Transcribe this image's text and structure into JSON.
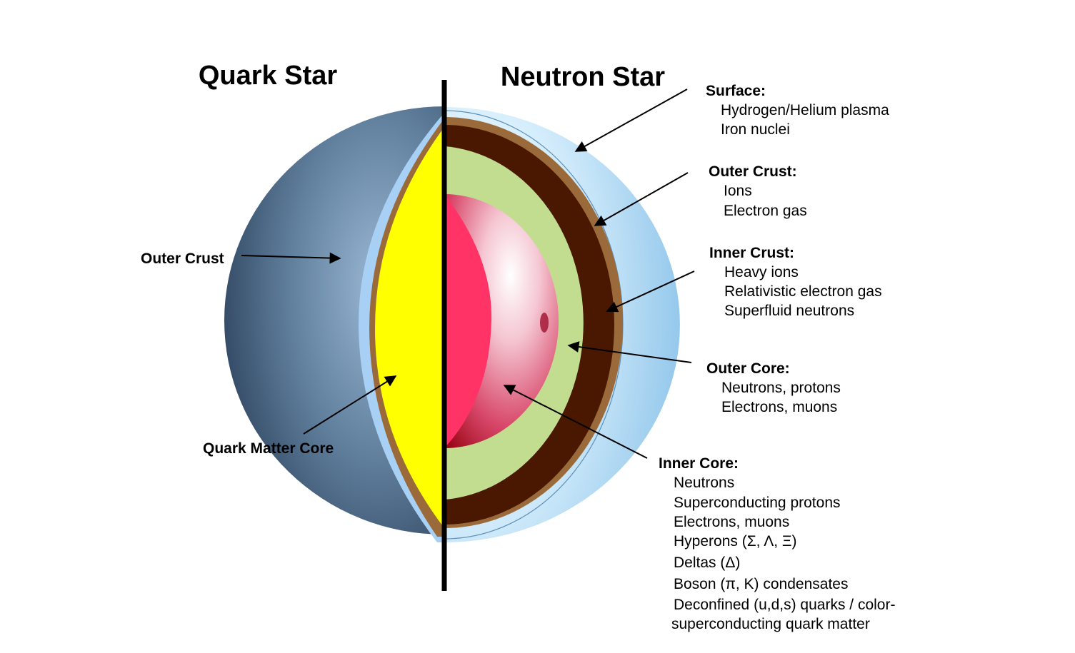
{
  "titles": {
    "left": "Quark Star",
    "right": "Neutron Star"
  },
  "quark_labels": {
    "outer_crust": "Outer Crust",
    "core": "Quark Matter Core"
  },
  "neutron_layers": [
    {
      "title": "Surface:",
      "items": [
        "Hydrogen/Helium plasma",
        "Iron nuclei"
      ]
    },
    {
      "title": "Outer Crust:",
      "items": [
        "Ions",
        "Electron gas"
      ]
    },
    {
      "title": "Inner Crust:",
      "items": [
        "Heavy ions",
        "Relativistic electron gas",
        "Superfluid neutrons"
      ]
    },
    {
      "title": "Outer Core:",
      "items": [
        "Neutrons, protons",
        "Electrons, muons"
      ]
    },
    {
      "title": "Inner Core:",
      "items": [
        "Neutrons",
        "Superconducting protons",
        "Electrons, muons",
        "Hyperons (Σ, Λ, Ξ)",
        "Deltas (Δ)",
        "Boson (π, K) condensates",
        "Deconfined (u,d,s) quarks / color-",
        "superconducting quark matter"
      ]
    }
  ],
  "colors": {
    "quark_surface": "#5d7b98",
    "quark_crust_blue": "#a8d0f5",
    "quark_crust_brown": "#9a6a3a",
    "quark_core": "#ffff00",
    "ns_surface": "#c8e8fb",
    "ns_outer_crust": "#9a6a3a",
    "ns_inner_crust": "#4a1800",
    "ns_outer_core": "#c2dc90",
    "ns_inner_core": "#e8607a",
    "ns_inner_core_cut": "#ff3366"
  }
}
